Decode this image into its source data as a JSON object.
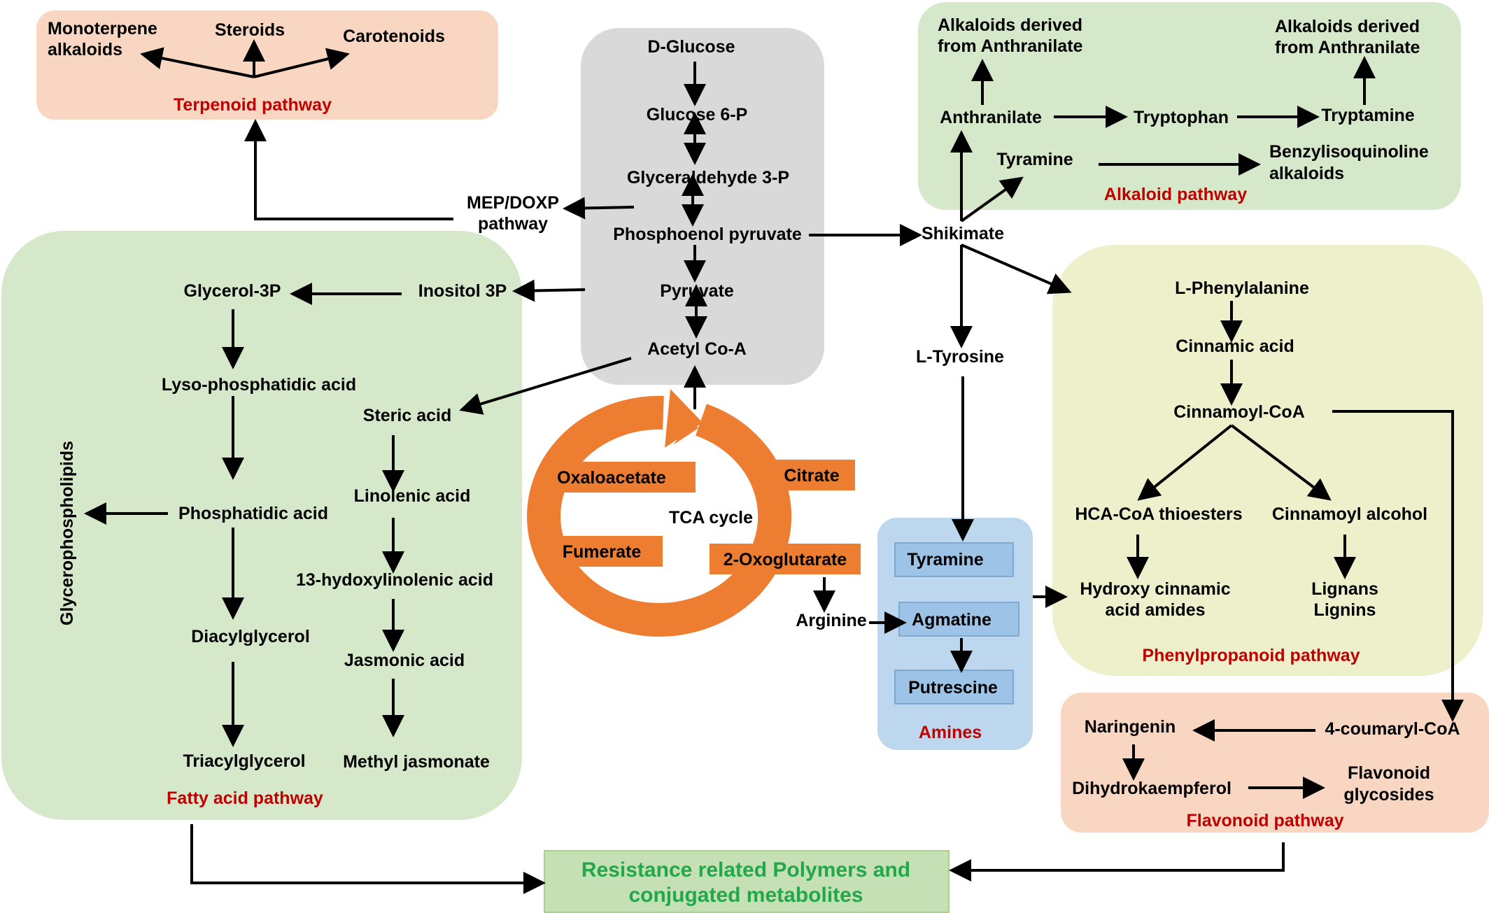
{
  "colors": {
    "terpenoid_box": "#f9d6c2",
    "alkaloid_box": "#d5e8c9",
    "fatty_box": "#d5e8c9",
    "glycolysis_box": "#d9d9d9",
    "phenylpropanoid_box": "#eef0cc",
    "flavonoid_box": "#f9d6c2",
    "amines_box": "#bdd7ee",
    "amine_item_box": "#9dc3e6",
    "tca_orange": "#ed7d31",
    "pathway_title": "#c00000",
    "resistance_text": "#22a84a",
    "resistance_box": "#c5e0b4"
  },
  "terpenoid": {
    "monoterpene_1": "Monoterpene",
    "monoterpene_2": "alkaloids",
    "steroids": "Steroids",
    "carotenoids": "Carotenoids",
    "title": "Terpenoid pathway"
  },
  "glycolysis": {
    "d_glucose": "D-Glucose",
    "glucose_6p": "Glucose 6-P",
    "glyceraldehyde_3p": "Glyceraldehyde 3-P",
    "phosphoenol_pyruvate": "Phosphoenol pyruvate",
    "pyruvate": "Pyruvate",
    "acetyl_coa": "Acetyl Co-A"
  },
  "mep": {
    "line1": "MEP/DOXP",
    "line2": "pathway"
  },
  "inositol": "Inositol 3P",
  "alkaloid": {
    "derived_left_1": "Alkaloids derived",
    "derived_left_2": "from Anthranilate",
    "derived_right_1": "Alkaloids derived",
    "derived_right_2": "from Anthranilate",
    "anthranilate": "Anthranilate",
    "tryptophan": "Tryptophan",
    "tryptamine": "Tryptamine",
    "tyramine": "Tyramine",
    "benzyl_1": "Benzylisoquinoline",
    "benzyl_2": "alkaloids",
    "title": "Alkaloid pathway"
  },
  "shikimate": "Shikimate",
  "l_tyrosine": "L-Tyrosine",
  "fatty": {
    "glycerol_3p": "Glycerol-3P",
    "lyso": "Lyso-phosphatidic acid",
    "phosphatidic": "Phosphatidic acid",
    "diacylglycerol": "Diacylglycerol",
    "triacylglycerol": "Triacylglycerol",
    "steric": "Steric acid",
    "linolenic": "Linolenic acid",
    "hydroxy13": "13-hydoxylinolenic acid",
    "jasmonic": "Jasmonic acid",
    "methyl_jasmonate": "Methyl jasmonate",
    "glycerophospholipids": "Glycerophospholipids",
    "title": "Fatty acid pathway"
  },
  "tca": {
    "oxaloacetate": "Oxaloacetate",
    "citrate": "Citrate",
    "fumerate": "Fumerate",
    "oxoglutarate": "2-Oxoglutarate",
    "label": "TCA cycle"
  },
  "arginine": "Arginine",
  "amines": {
    "tyramine": "Tyramine",
    "agmatine": "Agmatine",
    "putrescine": "Putrescine",
    "title": "Amines"
  },
  "phenylpropanoid": {
    "l_phenylalanine": "L-Phenylalanine",
    "cinnamic": "Cinnamic acid",
    "cinnamoyl_coa": "Cinnamoyl-CoA",
    "hca": "HCA-CoA thioesters",
    "cinnamoyl_alcohol": "Cinnamoyl alcohol",
    "hydroxy_1": "Hydroxy cinnamic",
    "hydroxy_2": "acid amides",
    "lignans": "Lignans",
    "lignins": "Lignins",
    "title": "Phenylpropanoid pathway"
  },
  "flavonoid": {
    "naringenin": "Naringenin",
    "coumaryl": "4-coumaryl-CoA",
    "dihydro": "Dihydrokaempferol",
    "glyco_1": "Flavonoid",
    "glyco_2": "glycosides",
    "title": "Flavonoid pathway"
  },
  "resistance": {
    "line1": "Resistance related Polymers and",
    "line2": "conjugated metabolites"
  }
}
